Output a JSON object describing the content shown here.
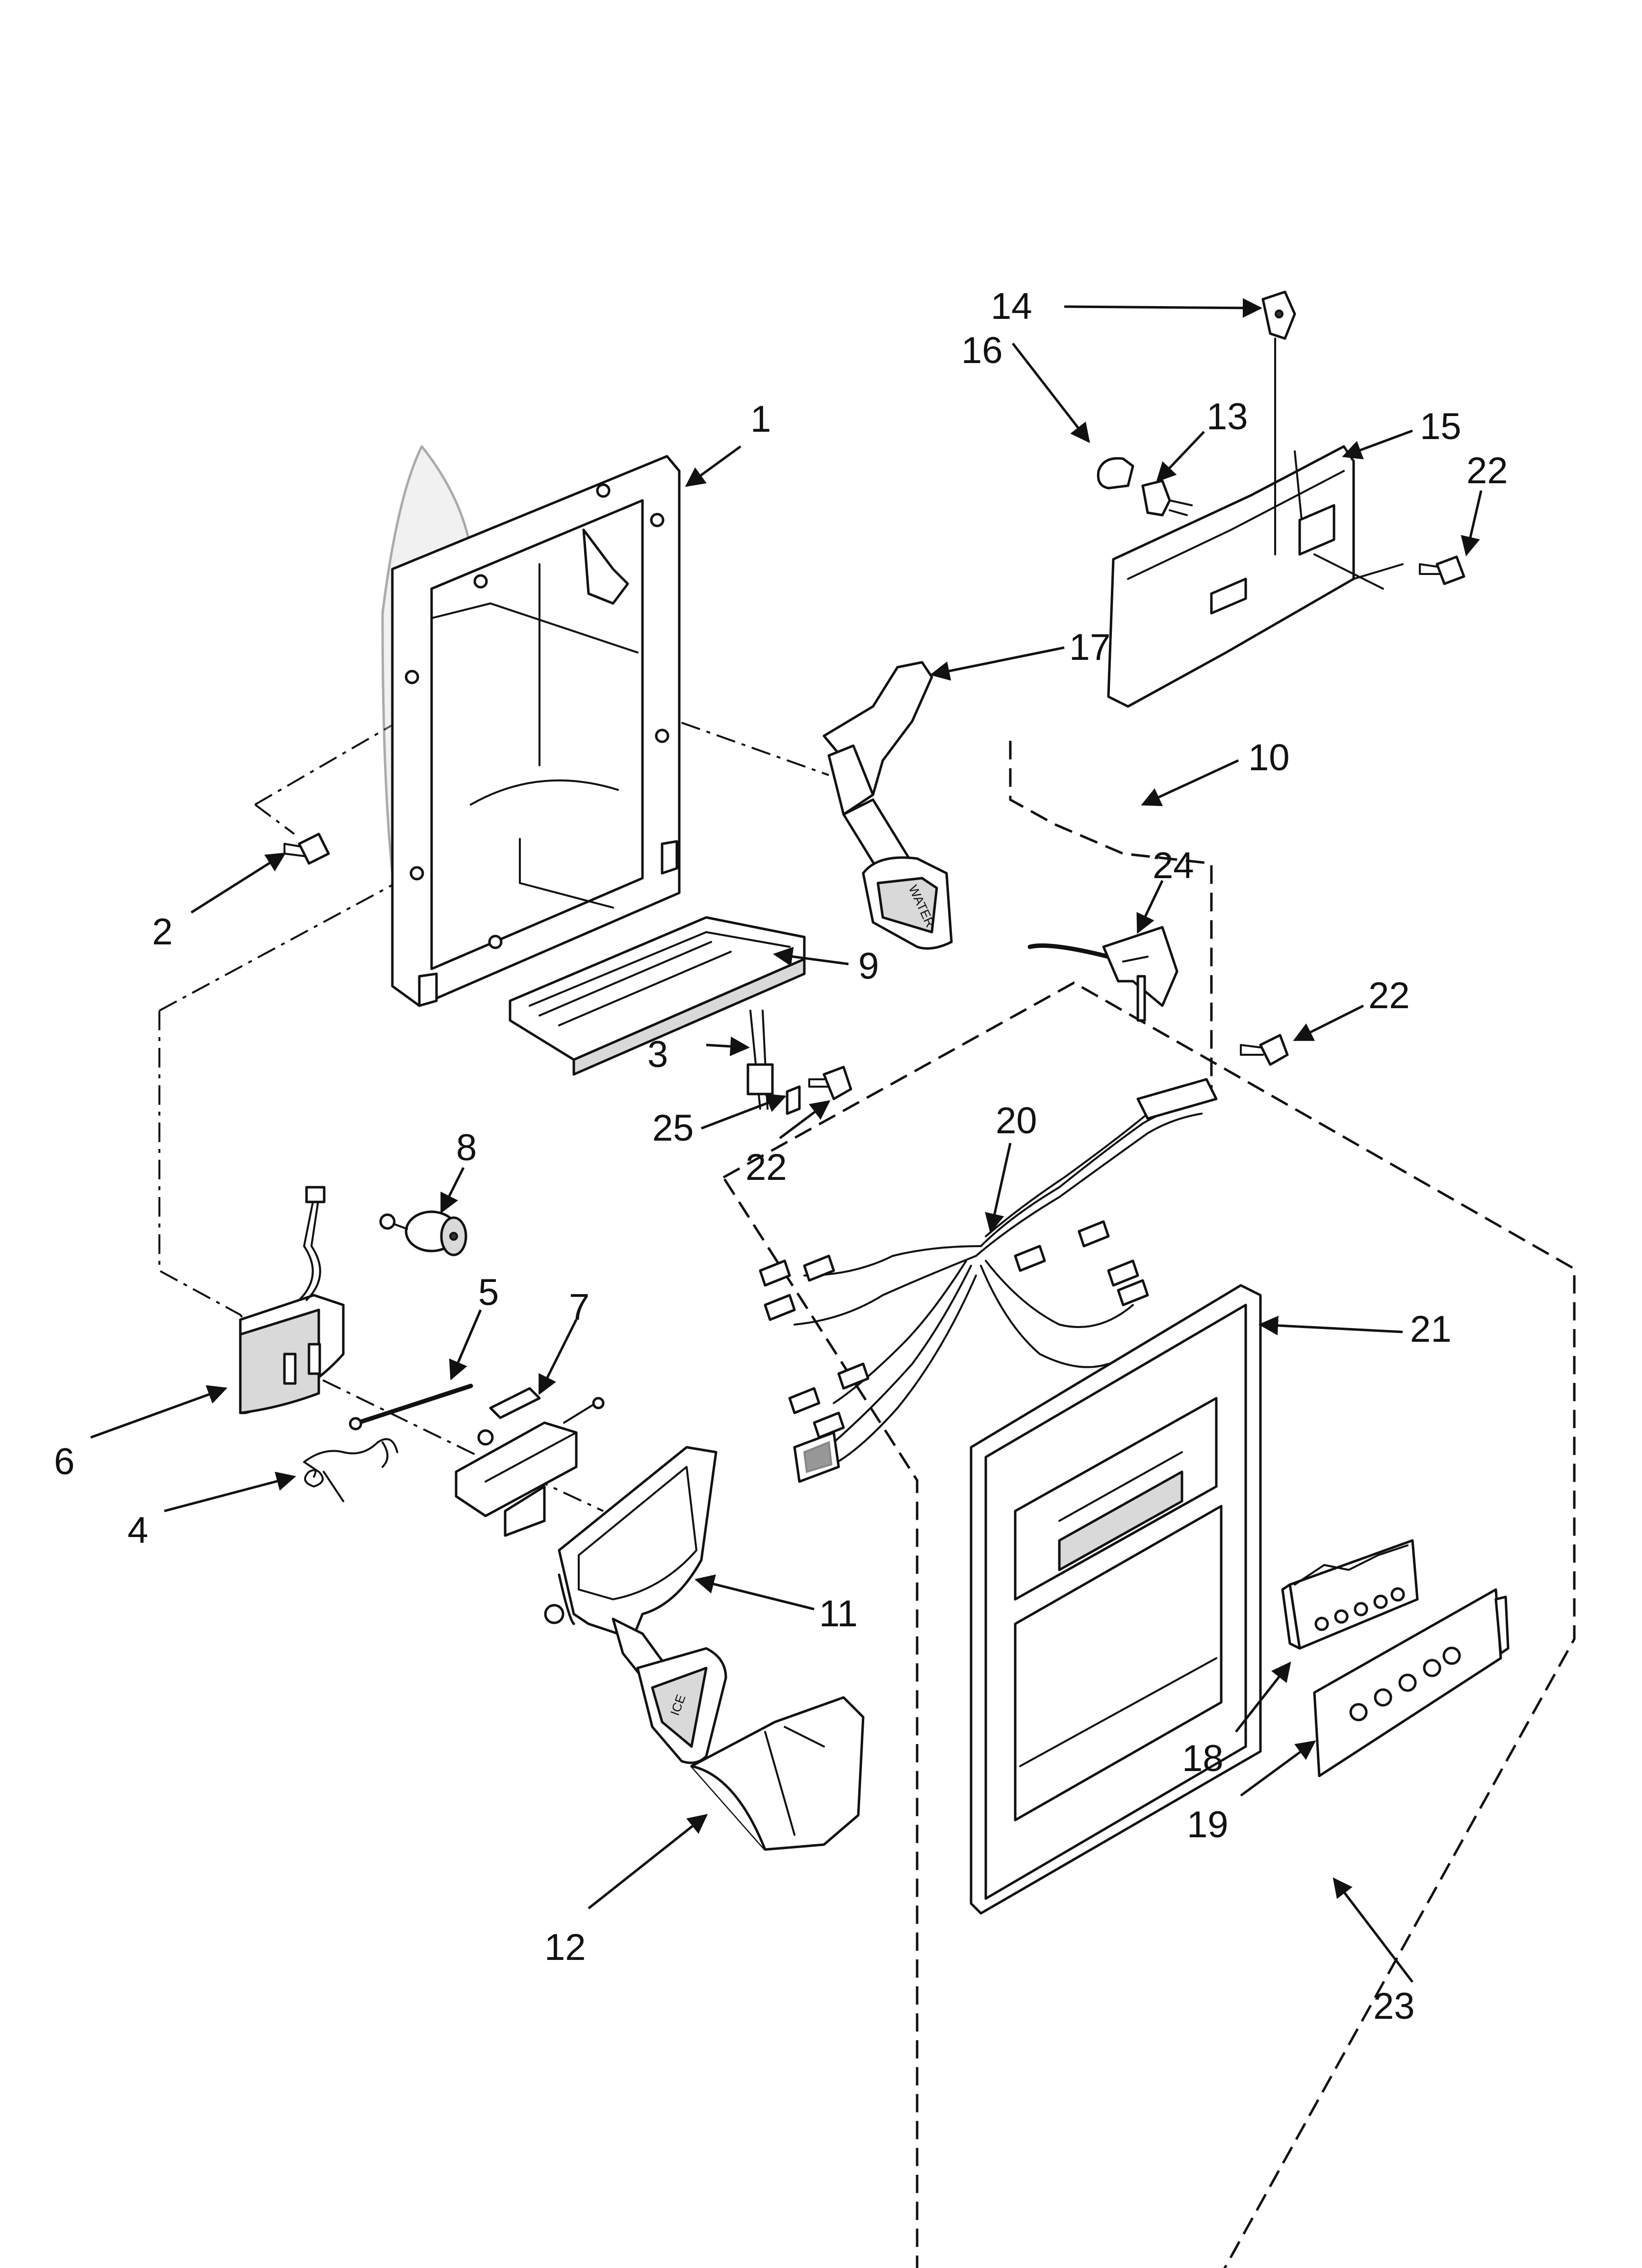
{
  "diagram": {
    "callouts": {
      "c1": "1",
      "c2": "2",
      "c3": "3",
      "c4": "4",
      "c5": "5",
      "c6": "6",
      "c7": "7",
      "c8": "8",
      "c9": "9",
      "c10": "10",
      "c11": "11",
      "c12": "12",
      "c13": "13",
      "c14": "14",
      "c15": "15",
      "c16": "16",
      "c17": "17",
      "c18": "18",
      "c19": "19",
      "c20": "20",
      "c21": "21",
      "c22a": "22",
      "c22b": "22",
      "c22c": "22",
      "c23": "23",
      "c24": "24",
      "c25": "25"
    },
    "paddle_labels": {
      "water": "WATER",
      "ice": "ICE"
    }
  }
}
